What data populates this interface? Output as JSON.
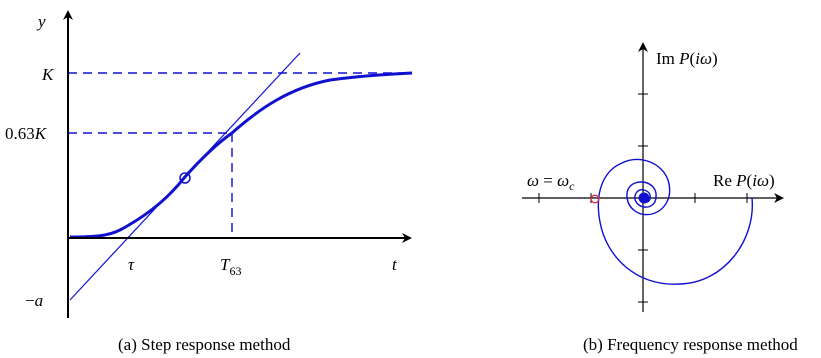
{
  "panel_a": {
    "caption": "(a) Step response method",
    "y_axis_label": "y",
    "x_axis_label": "t",
    "label_K_italic": "K",
    "label_063_prefix": "0.63",
    "label_063_italic": "K",
    "label_minus_a_prefix": "−",
    "label_minus_a_italic": "a",
    "label_tau": "τ",
    "label_T63_main": "T",
    "label_T63_sub": "63"
  },
  "panel_b": {
    "caption": "(b) Frequency response method",
    "im_prefix": "Im ",
    "im_fn": "P",
    "im_open": "(",
    "im_i": "i",
    "im_omega": "ω",
    "im_close": ")",
    "re_prefix": "Re ",
    "re_fn": "P",
    "re_open": "(",
    "re_i": "i",
    "re_omega": "ω",
    "re_close": ")",
    "omega_lhs": "ω",
    "omega_eq": " = ",
    "omega_rhs": "ω",
    "omega_sub": "c"
  },
  "colors": {
    "curve": "#1010d0",
    "axes": "#000000",
    "crossover_marker": "#e0303a"
  }
}
